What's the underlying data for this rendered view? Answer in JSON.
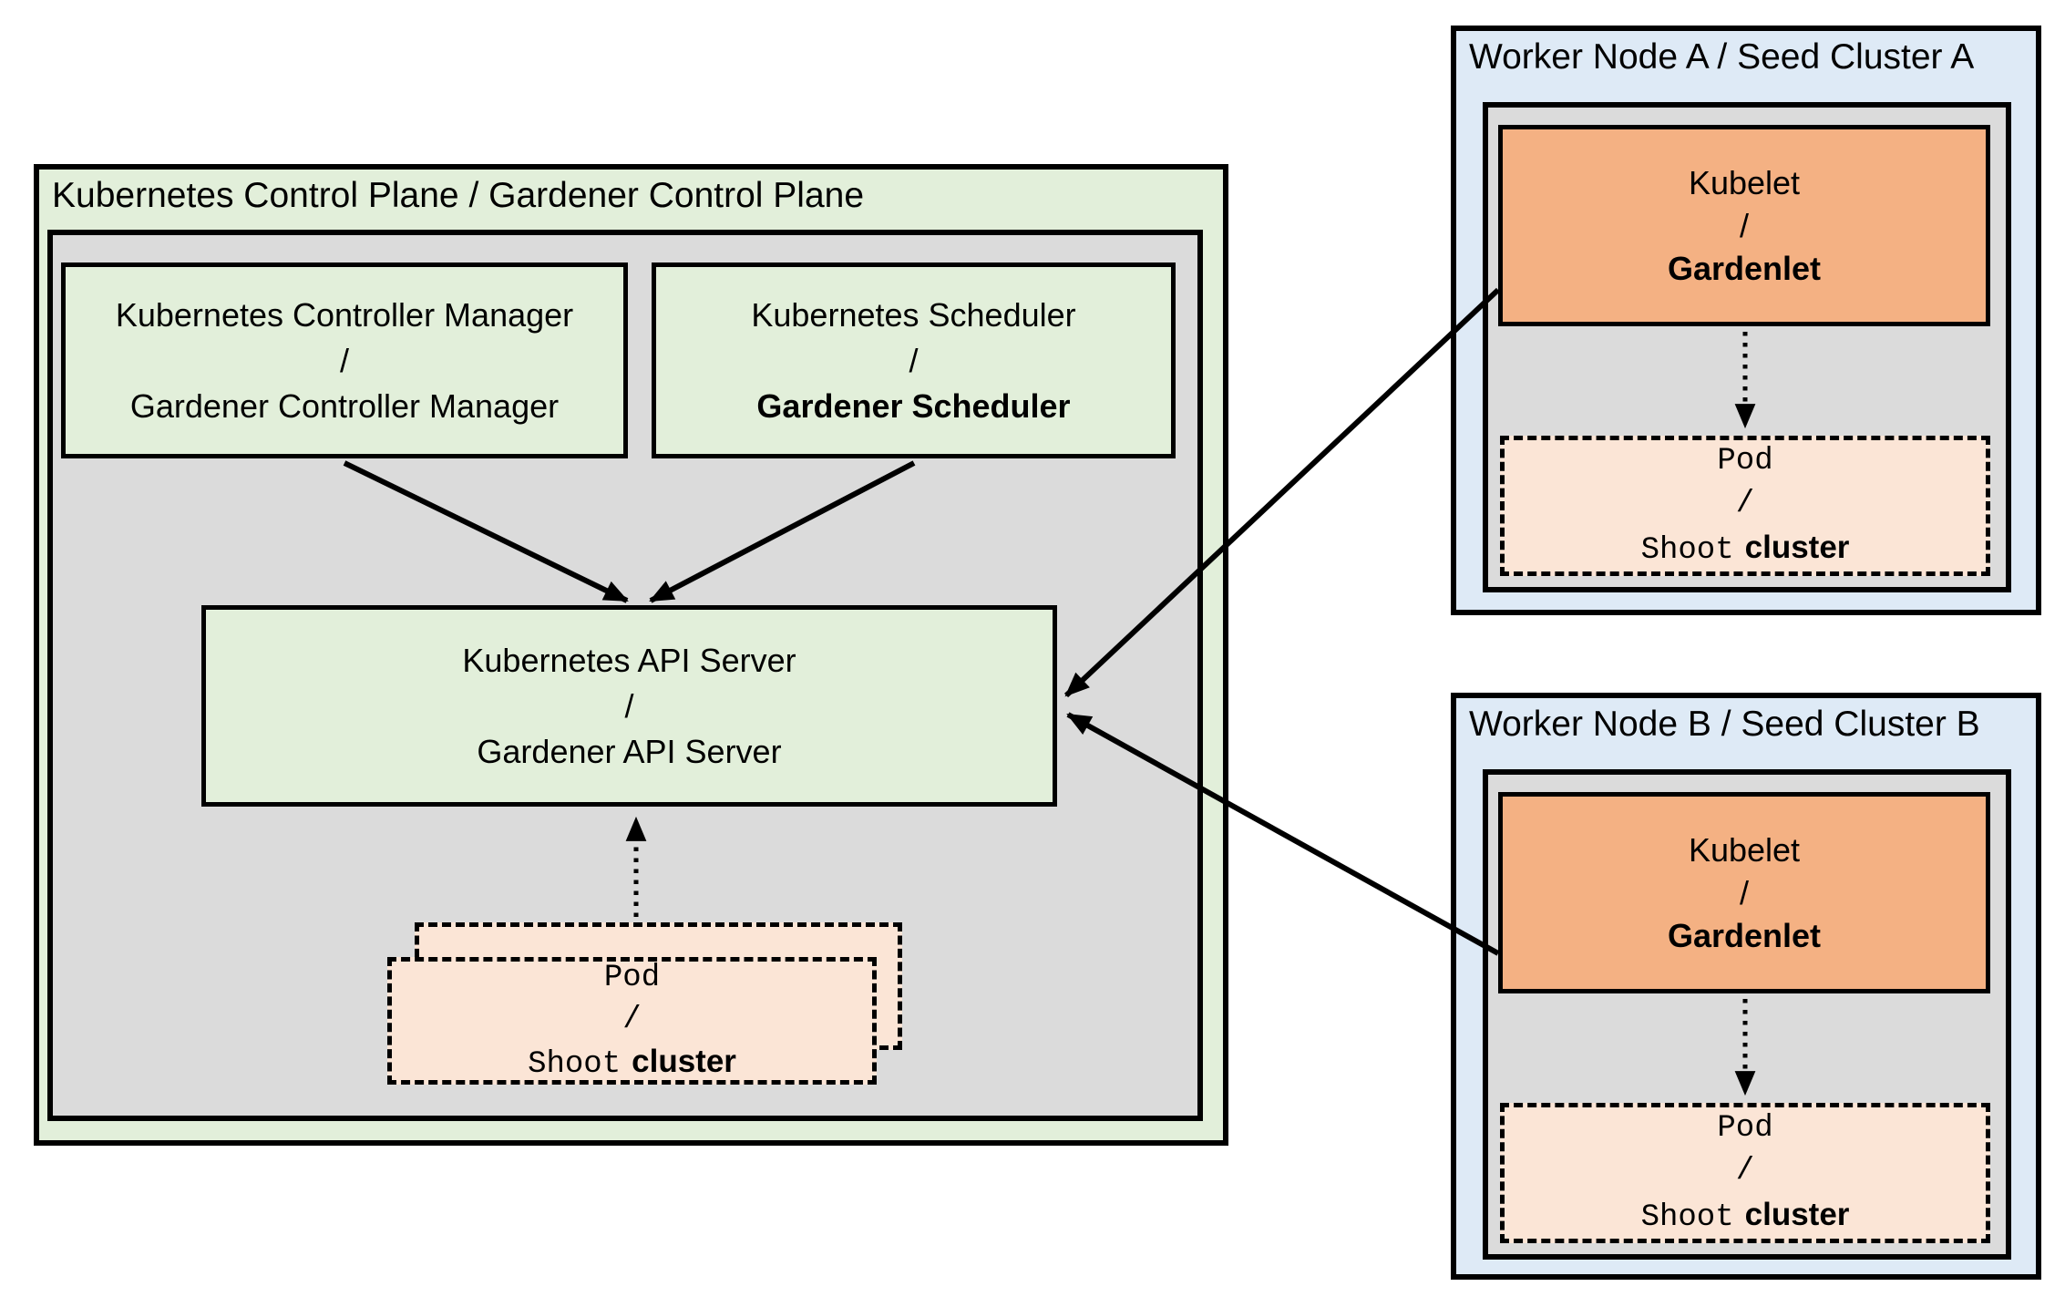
{
  "control_plane": {
    "title": "Kubernetes Control Plane / Gardener Control Plane",
    "controller_manager": {
      "line1": "Kubernetes Controller Manager",
      "separator": "/",
      "line2": "Gardener Controller Manager"
    },
    "scheduler": {
      "line1": "Kubernetes Scheduler",
      "separator": "/",
      "line2": "Gardener Scheduler"
    },
    "api_server": {
      "line1": "Kubernetes API Server",
      "separator": "/",
      "line2": "Gardener API Server"
    }
  },
  "pod_shoot": {
    "line1": "Pod",
    "separator": "/",
    "line2_mono": "Shoot",
    "line2_sans": "cluster"
  },
  "worker_node_a": {
    "title": "Worker Node A / Seed Cluster A",
    "kubelet": {
      "line1": "Kubelet",
      "separator": "/",
      "line2": "Gardenlet"
    }
  },
  "worker_node_b": {
    "title": "Worker Node B / Seed Cluster B",
    "kubelet": {
      "line1": "Kubelet",
      "separator": "/",
      "line2": "Gardenlet"
    }
  },
  "colors": {
    "control_plane_bg": "#E2EFDA",
    "component_green": "#E2EFDA",
    "worker_node_bg": "#DEEAF6",
    "inner_gray": "#DBDBDB",
    "kubelet_orange": "#F4B183",
    "pod_peach": "#FBE5D6",
    "line_black": "#000000"
  }
}
